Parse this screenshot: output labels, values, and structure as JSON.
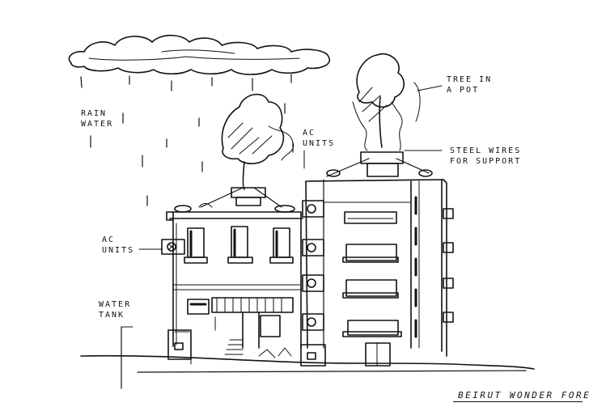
{
  "labels": {
    "rain_water": "RAIN\nWATER",
    "ac_units_top": "AC\nUNITS",
    "ac_units_left": "AC\nUNITS",
    "water_tank": "WATER\nTANK",
    "tree_in_pot": "TREE IN\nA POT",
    "steel_wires": "STEEL WIRES\nFOR SUPPORT",
    "title": "BEIRUT WONDER FOREST"
  },
  "colors": {
    "ink": "#111111",
    "paper": "#ffffff"
  },
  "icons": [
    "cloud-icon",
    "tree-icon",
    "pot-icon",
    "ac-unit-icon",
    "water-tank-icon"
  ]
}
